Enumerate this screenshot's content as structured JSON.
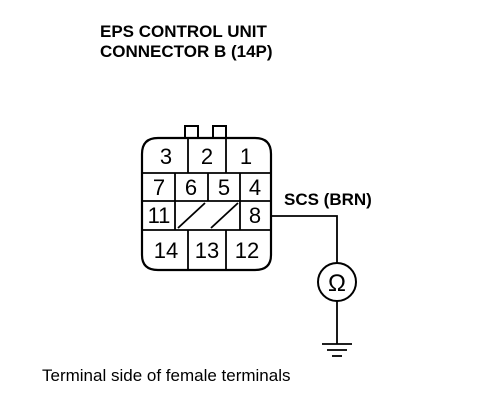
{
  "title": {
    "line1": "EPS CONTROL UNIT",
    "line2": "CONNECTOR B (14P)"
  },
  "connector": {
    "rows": [
      [
        "3",
        "2",
        "1"
      ],
      [
        "7",
        "6",
        "5",
        "4"
      ],
      [
        "11",
        "",
        "",
        "8"
      ],
      [
        "14",
        "13",
        "12"
      ]
    ]
  },
  "wire": {
    "label": "SCS (BRN)"
  },
  "meter": {
    "symbol": "Ω"
  },
  "caption": "Terminal side of female terminals"
}
